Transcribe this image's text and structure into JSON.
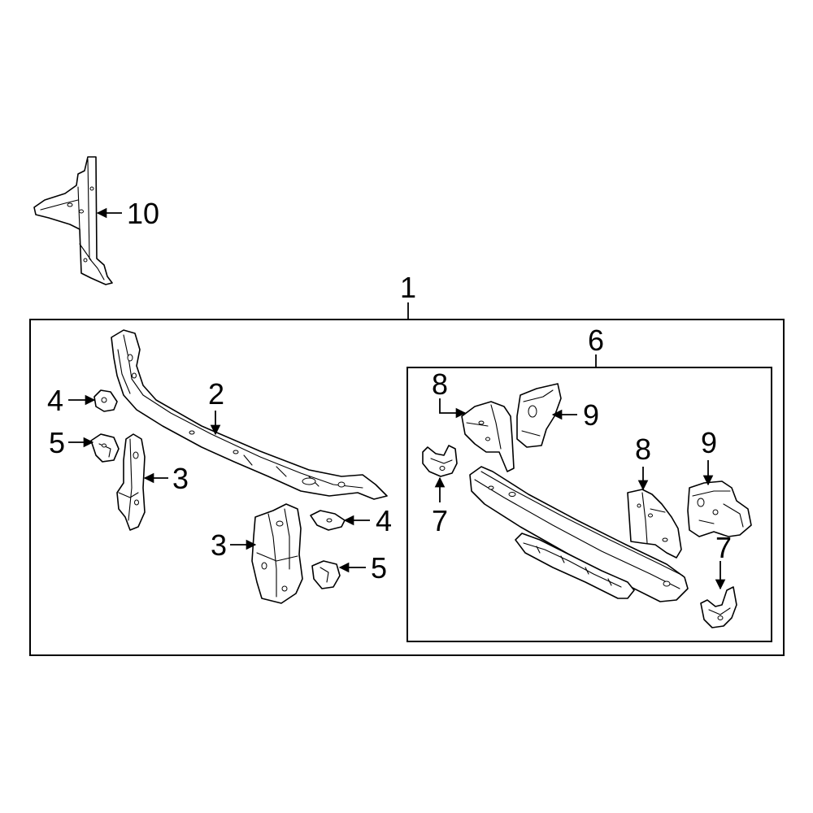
{
  "callouts": {
    "c1": "1",
    "c2": "2",
    "c3a": "3",
    "c3b": "3",
    "c4a": "4",
    "c4b": "4",
    "c5a": "5",
    "c5b": "5",
    "c6": "6",
    "c7a": "7",
    "c7b": "7",
    "c8a": "8",
    "c8b": "8",
    "c9a": "9",
    "c9b": "9",
    "c10": "10"
  },
  "colors": {
    "line": "#000000",
    "background": "#ffffff"
  }
}
